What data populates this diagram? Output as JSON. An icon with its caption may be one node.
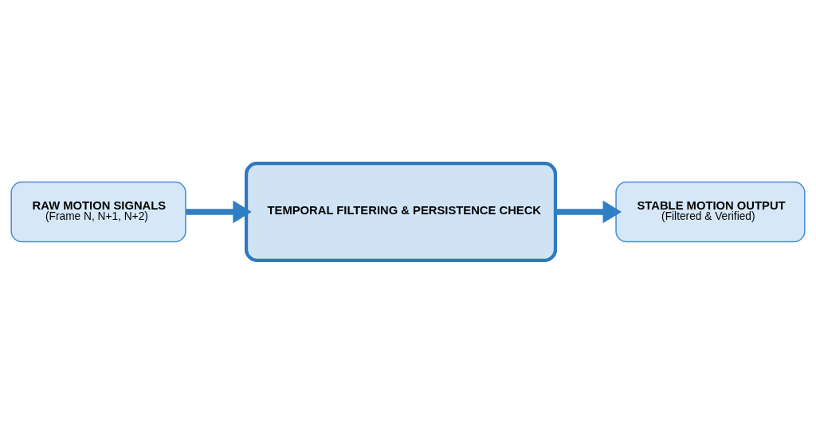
{
  "diagram": {
    "nodes": [
      {
        "text": [
          "RAW MOTION SIGNALS",
          "(Frame N, N+1, N+2)"
        ]
      },
      {
        "text": [
          "TEMPORAL FILTERING & PERSISTENCE CHECK"
        ]
      },
      {
        "text": [
          "STABLE MOTION OUTPUT",
          "(Filtered & Verified)"
        ]
      }
    ],
    "edges": [
      {
        "from": 0,
        "to": 1,
        "arrow": "to"
      },
      {
        "from": 1,
        "to": 2,
        "arrow": "to"
      }
    ]
  }
}
